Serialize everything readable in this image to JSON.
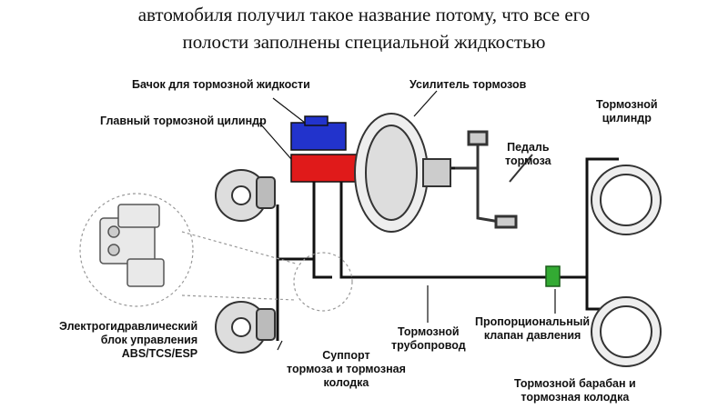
{
  "heading": {
    "line1": "автомобиля получил такое название потому, что все его",
    "line2": "полости заполнены специальной жидкостью"
  },
  "labels": {
    "reservoir": "Бачок для тормозной жидкости",
    "master_cylinder": "Главный тормозной цилиндр",
    "booster": "Усилитель тормозов",
    "pedal_1": "Педаль",
    "pedal_2": "тормоза",
    "wheel_cyl_1": "Тормозной",
    "wheel_cyl_2": "цилиндр",
    "abs_1": "Электрогидравлический",
    "abs_2": "блок управления",
    "abs_3": "ABS/TCS/ESP",
    "caliper_1": "Суппорт",
    "caliper_2": "тормоза и тормозная",
    "caliper_3": "колодка",
    "pipe_1": "Тормозной",
    "pipe_2": "трубопровод",
    "valve_1": "Пропорциональный",
    "valve_2": "клапан давления",
    "drum_1": "Тормозной барабан и",
    "drum_2": "тормозная колодка"
  },
  "colors": {
    "reservoir": "#2233cc",
    "master_cylinder": "#e01a1a",
    "valve": "#33aa33",
    "line": "#111111"
  }
}
